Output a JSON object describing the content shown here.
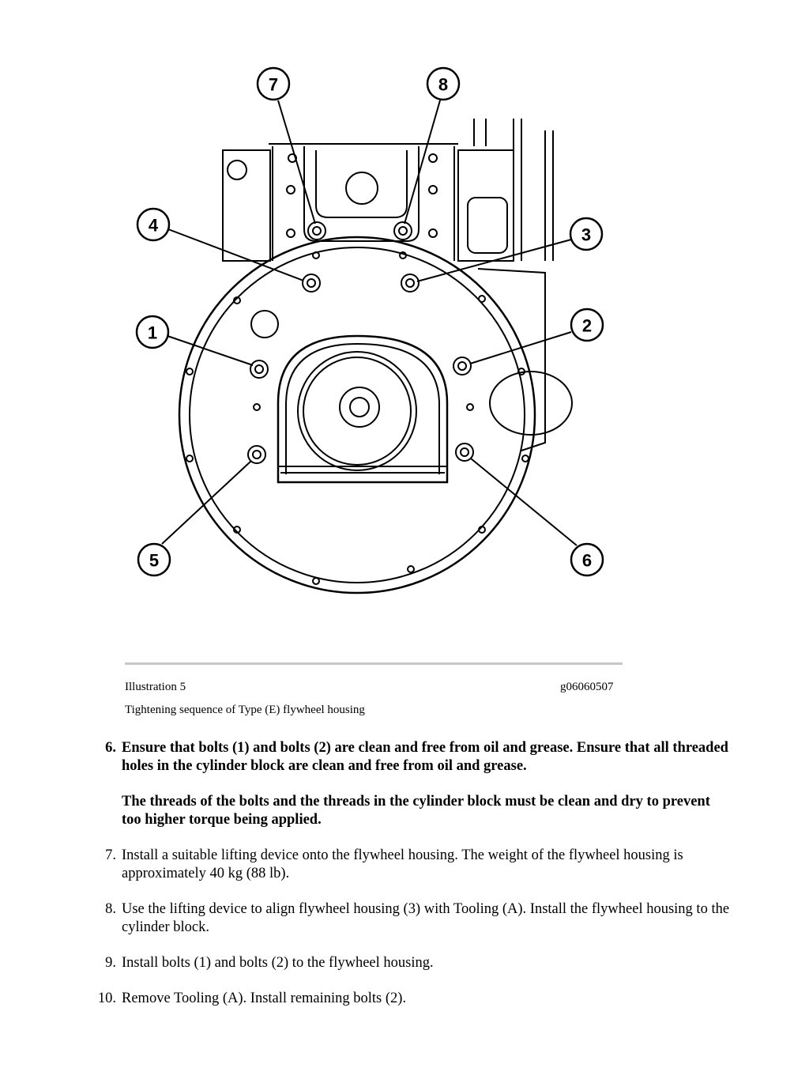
{
  "figure": {
    "callouts": [
      "1",
      "2",
      "3",
      "4",
      "5",
      "6",
      "7",
      "8"
    ]
  },
  "caption": {
    "label": "Illustration 5",
    "id": "g06060507",
    "text": "Tightening sequence of Type (E) flywheel housing"
  },
  "steps": [
    {
      "num": "6.",
      "p1": "Ensure that bolts (1) and bolts (2) are clean and free from oil and grease. Ensure that all threaded holes in the cylinder block are clean and free from oil and grease.",
      "p2": "The threads of the bolts and the threads in the cylinder block must be clean and dry to prevent too higher torque being applied."
    },
    {
      "num": "7.",
      "p1": "Install a suitable lifting device onto the flywheel housing. The weight of the flywheel housing is approximately 40 kg (88 lb)."
    },
    {
      "num": "8.",
      "p1": "Use the lifting device to align flywheel housing (3) with Tooling (A). Install the flywheel housing to the cylinder block."
    },
    {
      "num": "9.",
      "p1": "Install bolts (1) and bolts (2) to the flywheel housing."
    },
    {
      "num": "10.",
      "p1": "Remove Tooling (A). Install remaining bolts (2)."
    }
  ]
}
